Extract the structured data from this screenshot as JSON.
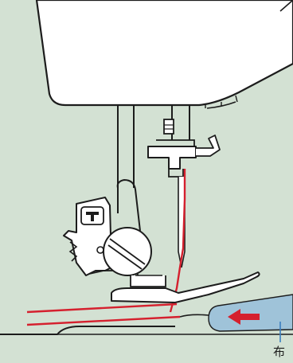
{
  "labels": {
    "fabric": "布"
  },
  "colors": {
    "background": "#d3e1d3",
    "machine_body": "#ffffff",
    "outline": "#1c1c1c",
    "thread": "#d5202e",
    "fabric": "#9fc3d9",
    "direction_arrow": "#d5202e",
    "leader_line": "#3a7fc0"
  },
  "icons": [
    "machine-head",
    "needle-bar",
    "needle",
    "needle-clamp-screw",
    "thread-guide",
    "presser-foot",
    "presser-foot-lever",
    "thumb-screw",
    "feed-dogs",
    "fabric-piece",
    "feed-direction-arrow"
  ]
}
